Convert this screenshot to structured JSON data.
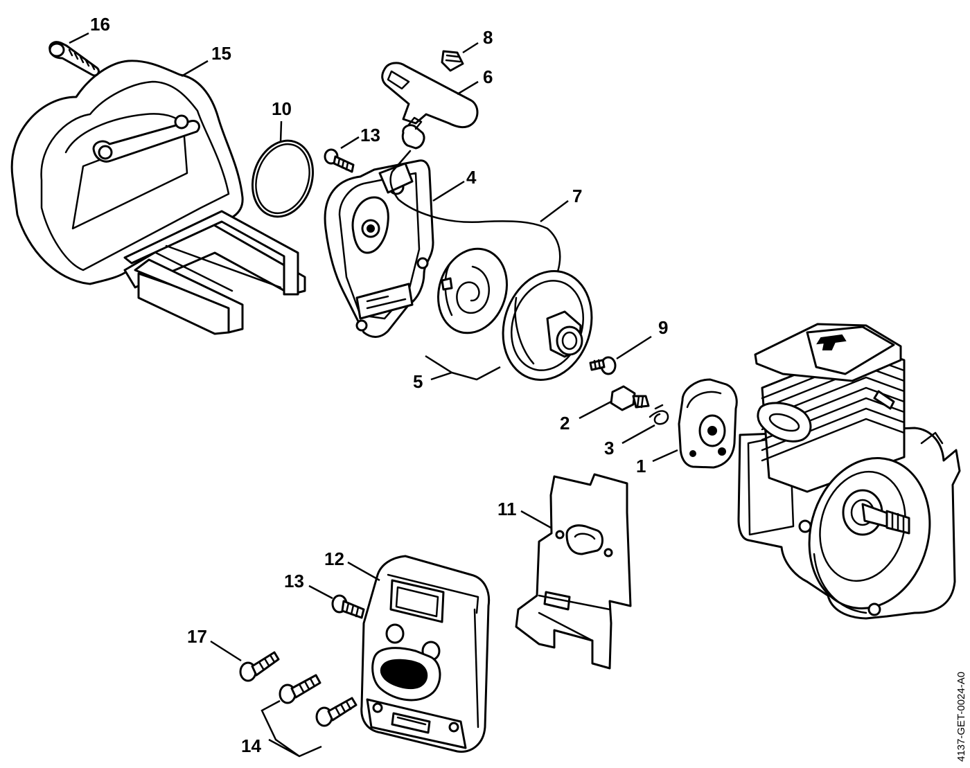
{
  "figure_code": "4137-GET-0024-A0",
  "parts": [
    {
      "id": "1",
      "label": "1",
      "icon": "ignition-module-baseplate-icon"
    },
    {
      "id": "2",
      "label": "2",
      "icon": "contact-spring-icon"
    },
    {
      "id": "3",
      "label": "3",
      "icon": "spring-clip-icon"
    },
    {
      "id": "4",
      "label": "4",
      "icon": "fan-housing-icon"
    },
    {
      "id": "5",
      "label": "5",
      "icon": "rope-rotor-assembly-icon"
    },
    {
      "id": "6",
      "label": "6",
      "icon": "starter-grip-icon"
    },
    {
      "id": "7",
      "label": "7",
      "icon": "starter-rope-icon"
    },
    {
      "id": "8",
      "label": "8",
      "icon": "grip-insert-icon"
    },
    {
      "id": "9",
      "label": "9",
      "icon": "screw-icon"
    },
    {
      "id": "10",
      "label": "10",
      "icon": "o-ring-icon"
    },
    {
      "id": "11",
      "label": "11",
      "icon": "heat-shield-gasket-icon"
    },
    {
      "id": "12",
      "label": "12",
      "icon": "muffler-icon"
    },
    {
      "id": "13a",
      "label": "13",
      "icon": "screw-icon"
    },
    {
      "id": "13b",
      "label": "13",
      "icon": "screw-icon"
    },
    {
      "id": "14",
      "label": "14",
      "icon": "screw-pair-icon"
    },
    {
      "id": "15",
      "label": "15",
      "icon": "screw-icon"
    },
    {
      "id": "16",
      "label": "16",
      "icon": "shroud-icon"
    },
    {
      "id": "17",
      "label": "17",
      "icon": "screw-icon"
    }
  ],
  "engine": {
    "icon": "engine-cylinder-crankcase-icon"
  }
}
